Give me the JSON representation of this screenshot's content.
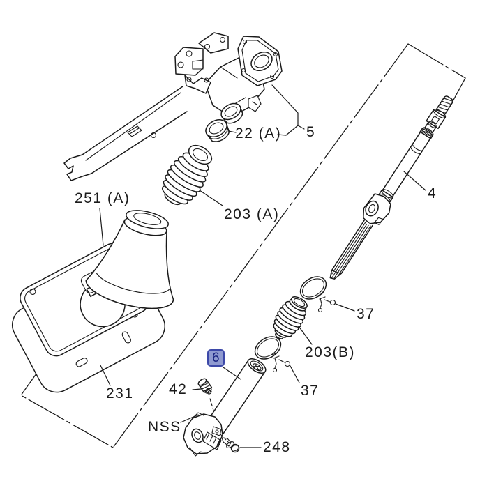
{
  "diagram": {
    "type": "exploded-parts-diagram",
    "subject": "steering-column-assembly",
    "colors": {
      "background": "#ffffff",
      "line": "#1a1a1a",
      "highlight_fill": "#8f9ad0",
      "highlight_border": "#3c48a8",
      "highlight_text": "#16207e"
    },
    "callouts": [
      {
        "id": "22A",
        "label": "22 (A)",
        "highlighted": false
      },
      {
        "id": "5",
        "label": "5",
        "highlighted": false
      },
      {
        "id": "251A",
        "label": "251 (A)",
        "highlighted": false
      },
      {
        "id": "203A",
        "label": "203 (A)",
        "highlighted": false
      },
      {
        "id": "4",
        "label": "4",
        "highlighted": false
      },
      {
        "id": "37-upper",
        "label": "37",
        "highlighted": false
      },
      {
        "id": "203B",
        "label": "203(B)",
        "highlighted": false
      },
      {
        "id": "37-lower",
        "label": "37",
        "highlighted": false
      },
      {
        "id": "6",
        "label": "6",
        "highlighted": true
      },
      {
        "id": "42",
        "label": "42",
        "highlighted": false
      },
      {
        "id": "NSS",
        "label": "NSS",
        "highlighted": false
      },
      {
        "id": "231",
        "label": "231",
        "highlighted": false
      },
      {
        "id": "248",
        "label": "248",
        "highlighted": false
      }
    ]
  }
}
